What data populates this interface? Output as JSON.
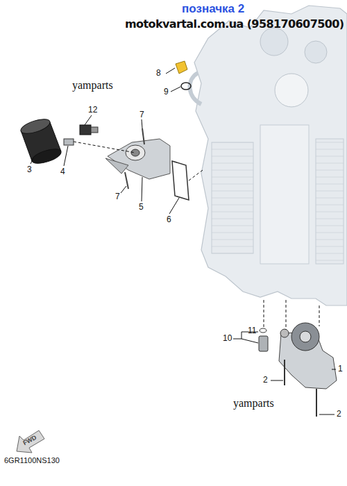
{
  "diagram": {
    "labels": [
      "позначка 2",
      "motokvartal.com.ua (958170607500)",
      "yamparts",
      "8",
      "9",
      "12",
      "7",
      "3",
      "4",
      "7",
      "5",
      "6",
      "11",
      "10",
      "1",
      "2",
      "yamparts",
      "2",
      "FWD",
      "6GR1100NS130"
    ]
  }
}
